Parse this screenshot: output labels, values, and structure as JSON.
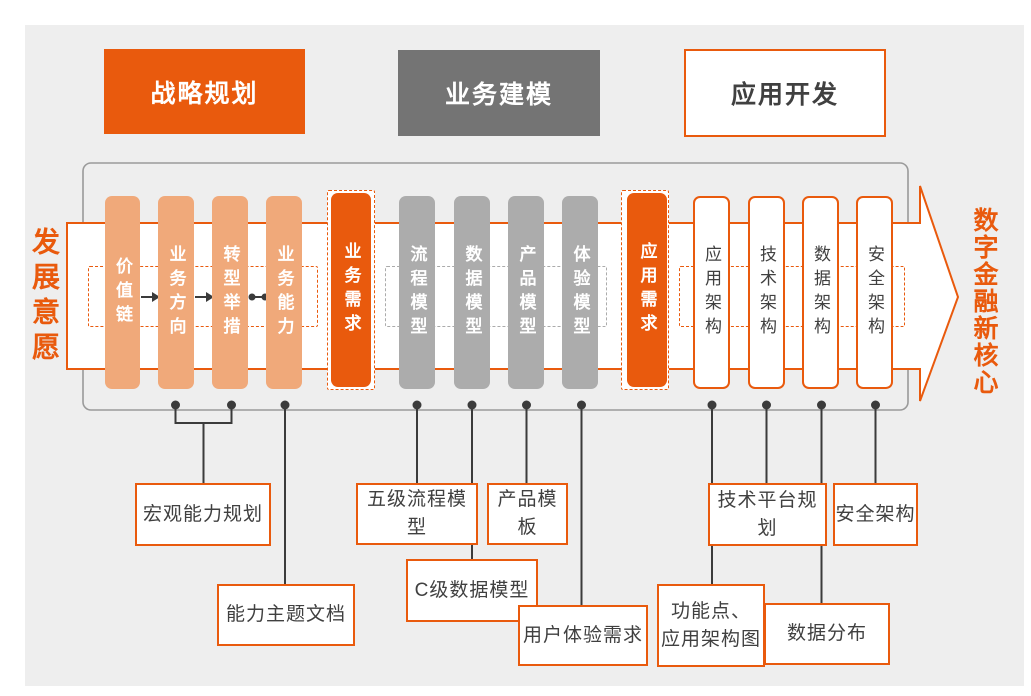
{
  "stages": [
    {
      "label": "战略规划",
      "style": "solid-orange"
    },
    {
      "label": "业务建模",
      "style": "solid-gray"
    },
    {
      "label": "应用开发",
      "style": "outline-orange"
    }
  ],
  "left_banner": "发展意愿",
  "right_banner": "数字金融新核心",
  "bars": [
    {
      "label": "价值链",
      "variant": "light-orange"
    },
    {
      "label": "业务方向",
      "variant": "light-orange"
    },
    {
      "label": "转型举措",
      "variant": "light-orange"
    },
    {
      "label": "业务能力",
      "variant": "light-orange"
    },
    {
      "label": "业务需求",
      "variant": "deep-orange"
    },
    {
      "label": "流程模型",
      "variant": "gray"
    },
    {
      "label": "数据模型",
      "variant": "gray"
    },
    {
      "label": "产品模型",
      "variant": "gray"
    },
    {
      "label": "体验模型",
      "variant": "gray"
    },
    {
      "label": "应用需求",
      "variant": "deep-orange"
    },
    {
      "label": "应用架构",
      "variant": "white-outline"
    },
    {
      "label": "技术架构",
      "variant": "white-outline"
    },
    {
      "label": "数据架构",
      "variant": "white-outline"
    },
    {
      "label": "安全架构",
      "variant": "white-outline"
    }
  ],
  "outputs": [
    {
      "label": "宏观能力规划"
    },
    {
      "label": "能力主题文档"
    },
    {
      "label": "五级流程模型"
    },
    {
      "label": "C级数据模型"
    },
    {
      "label": "产品模板"
    },
    {
      "label": "用户体验需求"
    },
    {
      "line1": "功能点、",
      "line2": "应用架构图"
    },
    {
      "label": "数据分布"
    },
    {
      "label": "技术平台规划"
    },
    {
      "label": "安全架构"
    }
  ],
  "colors": {
    "accent_orange": "#E95A0D",
    "light_orange": "#F0A97A",
    "bar_gray": "#ACACAC",
    "header_gray": "#747474",
    "canvas_gray": "#EEEEEE",
    "outline_gray": "#9A9A9A",
    "connector_dark": "#3B3B3B",
    "text_dark": "#404040"
  }
}
